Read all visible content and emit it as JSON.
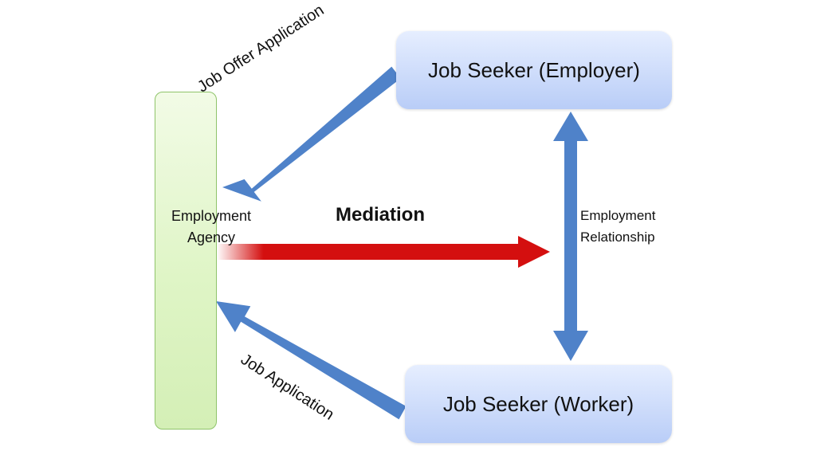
{
  "diagram": {
    "employer_box": {
      "label": "Job Seeker (Employer)"
    },
    "worker_box": {
      "label": "Job Seeker (Worker)"
    },
    "agency_box": {
      "label": "Employment\nAgency"
    },
    "edges": {
      "job_offer_application": "Job Offer Application",
      "job_application": "Job Application",
      "mediation": "Mediation",
      "employment_relationship": "Employment\nRelationship"
    },
    "colors": {
      "arrow_blue": "#4f82c9",
      "arrow_red": "#d40f0f",
      "box_blue": "#c8d9fb",
      "box_green": "#dff5c6"
    }
  }
}
